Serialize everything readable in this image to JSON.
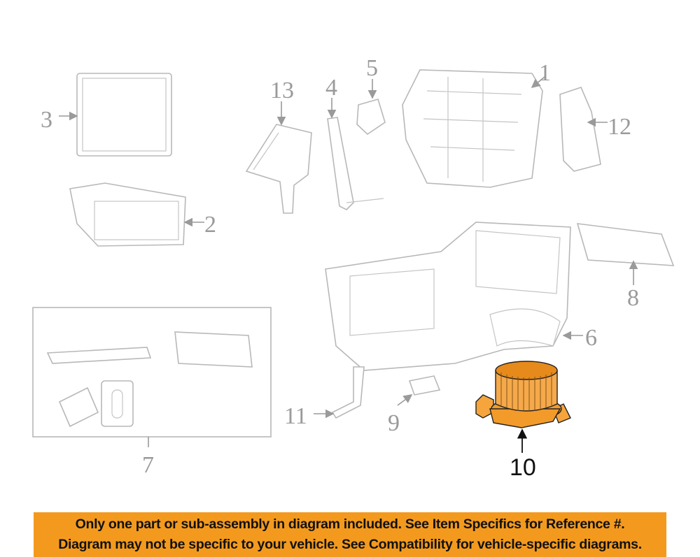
{
  "diagram": {
    "callouts": [
      "1",
      "2",
      "3",
      "4",
      "5",
      "6",
      "7",
      "8",
      "9",
      "10",
      "11",
      "12",
      "13"
    ],
    "highlighted_callout": "10",
    "highlight_color": "#f39a1e"
  },
  "banner": {
    "line1": "Only one part or sub-assembly in diagram included. See Item Specifics for Reference #.",
    "line2": "Diagram may not be specific to your vehicle. See Compatibility for vehicle-specific diagrams."
  }
}
